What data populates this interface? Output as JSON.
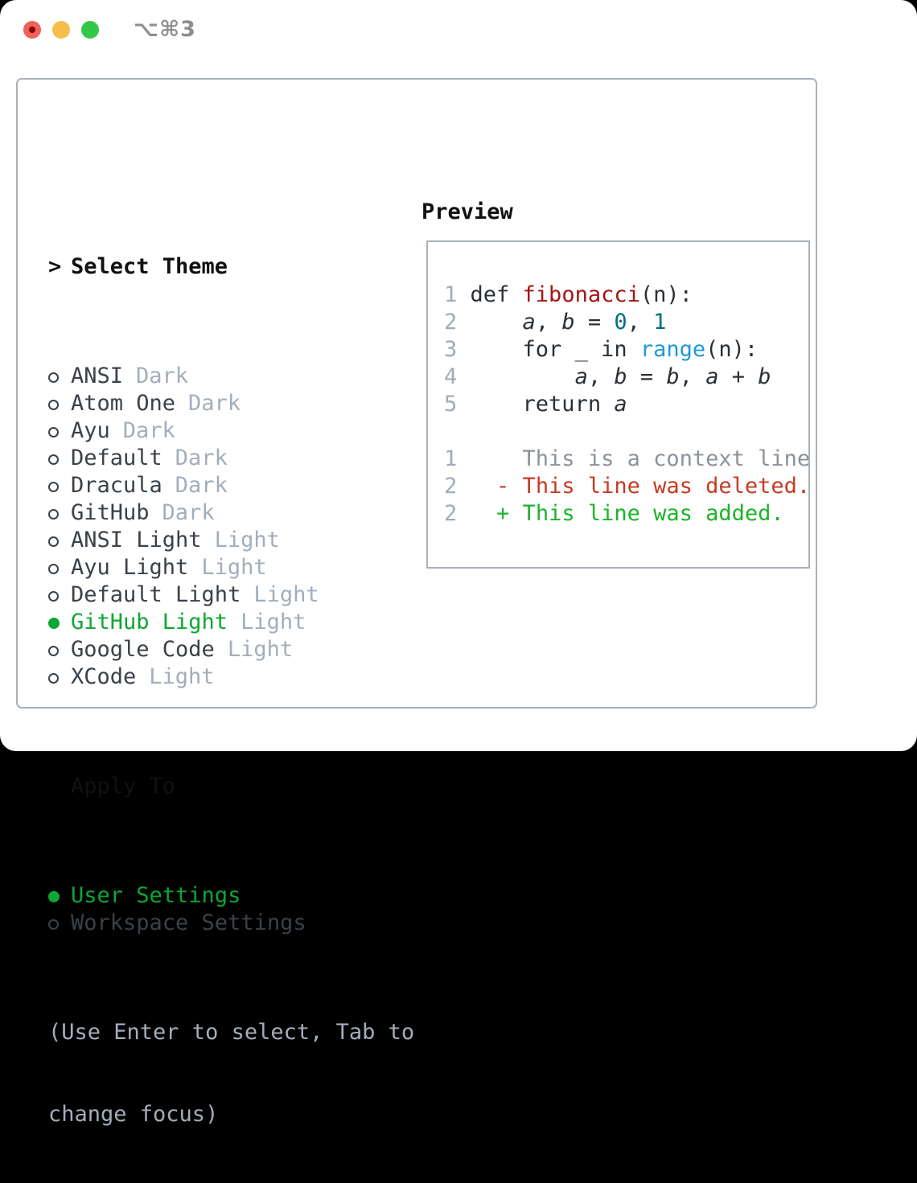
{
  "window": {
    "title": "⌥⌘3",
    "traffic_lights": [
      "close",
      "minimize",
      "zoom"
    ]
  },
  "colors": {
    "selected_green": "#0ca733",
    "diff_added_green": "#1db32a",
    "diff_deleted_red": "#c53b22",
    "function_red": "#a21515",
    "number_teal": "#006f7d",
    "builtin_blue": "#1f9ad2",
    "muted_gray": "#a3aebb",
    "panel_border": "#a9b1ba",
    "traffic_red": "#f1605a",
    "traffic_yellow": "#f6bd4a",
    "traffic_green": "#33c748"
  },
  "theme_panel": {
    "header": {
      "cursor": ">",
      "label": "Select Theme"
    },
    "themes": [
      {
        "name": "ANSI",
        "variant": "Dark",
        "selected": false
      },
      {
        "name": "Atom One",
        "variant": "Dark",
        "selected": false
      },
      {
        "name": "Ayu",
        "variant": "Dark",
        "selected": false
      },
      {
        "name": "Default",
        "variant": "Dark",
        "selected": false
      },
      {
        "name": "Dracula",
        "variant": "Dark",
        "selected": false
      },
      {
        "name": "GitHub",
        "variant": "Dark",
        "selected": false
      },
      {
        "name": "ANSI Light",
        "variant": "Light",
        "selected": false
      },
      {
        "name": "Ayu Light",
        "variant": "Light",
        "selected": false
      },
      {
        "name": "Default Light",
        "variant": "Light",
        "selected": false
      },
      {
        "name": "GitHub Light",
        "variant": "Light",
        "selected": true
      },
      {
        "name": "Google Code",
        "variant": "Light",
        "selected": false
      },
      {
        "name": "XCode",
        "variant": "Light",
        "selected": false
      }
    ],
    "apply_to": {
      "label": "Apply To",
      "options": [
        {
          "name": "User Settings",
          "selected": true
        },
        {
          "name": "Workspace Settings",
          "selected": false
        }
      ]
    },
    "help_lines": [
      "(Use Enter to select, Tab to",
      "change focus)"
    ]
  },
  "preview": {
    "label": "Preview",
    "lines": [
      {
        "n": "1",
        "segs": [
          {
            "t": " def ",
            "c": "code"
          },
          {
            "t": "fibonacci",
            "c": "func"
          },
          {
            "t": "(n):",
            "c": "code"
          }
        ]
      },
      {
        "n": "2",
        "segs": [
          {
            "t": "     ",
            "c": "code"
          },
          {
            "t": "a",
            "c": "var"
          },
          {
            "t": ", ",
            "c": "code"
          },
          {
            "t": "b",
            "c": "var"
          },
          {
            "t": " = ",
            "c": "code"
          },
          {
            "t": "0",
            "c": "num"
          },
          {
            "t": ", ",
            "c": "code"
          },
          {
            "t": "1",
            "c": "num"
          }
        ]
      },
      {
        "n": "3",
        "segs": [
          {
            "t": "     for _ in ",
            "c": "code"
          },
          {
            "t": "range",
            "c": "builtin"
          },
          {
            "t": "(n):",
            "c": "code"
          }
        ]
      },
      {
        "n": "4",
        "segs": [
          {
            "t": "         ",
            "c": "code"
          },
          {
            "t": "a",
            "c": "var"
          },
          {
            "t": ", ",
            "c": "code"
          },
          {
            "t": "b",
            "c": "var"
          },
          {
            "t": " = ",
            "c": "code"
          },
          {
            "t": "b",
            "c": "var"
          },
          {
            "t": ", ",
            "c": "code"
          },
          {
            "t": "a",
            "c": "var"
          },
          {
            "t": " + ",
            "c": "code"
          },
          {
            "t": "b",
            "c": "var"
          }
        ]
      },
      {
        "n": "5",
        "segs": [
          {
            "t": "     return ",
            "c": "code"
          },
          {
            "t": "a",
            "c": "var"
          }
        ]
      },
      {
        "n": "",
        "segs": []
      },
      {
        "n": "1",
        "segs": [
          {
            "t": "     This is a context line.",
            "c": "context"
          }
        ]
      },
      {
        "n": "2",
        "segs": [
          {
            "t": "   ",
            "c": "code"
          },
          {
            "t": "- This line was deleted.",
            "c": "del"
          }
        ]
      },
      {
        "n": "2",
        "segs": [
          {
            "t": "   ",
            "c": "code"
          },
          {
            "t": "+ This line was added.",
            "c": "add"
          }
        ]
      }
    ]
  }
}
